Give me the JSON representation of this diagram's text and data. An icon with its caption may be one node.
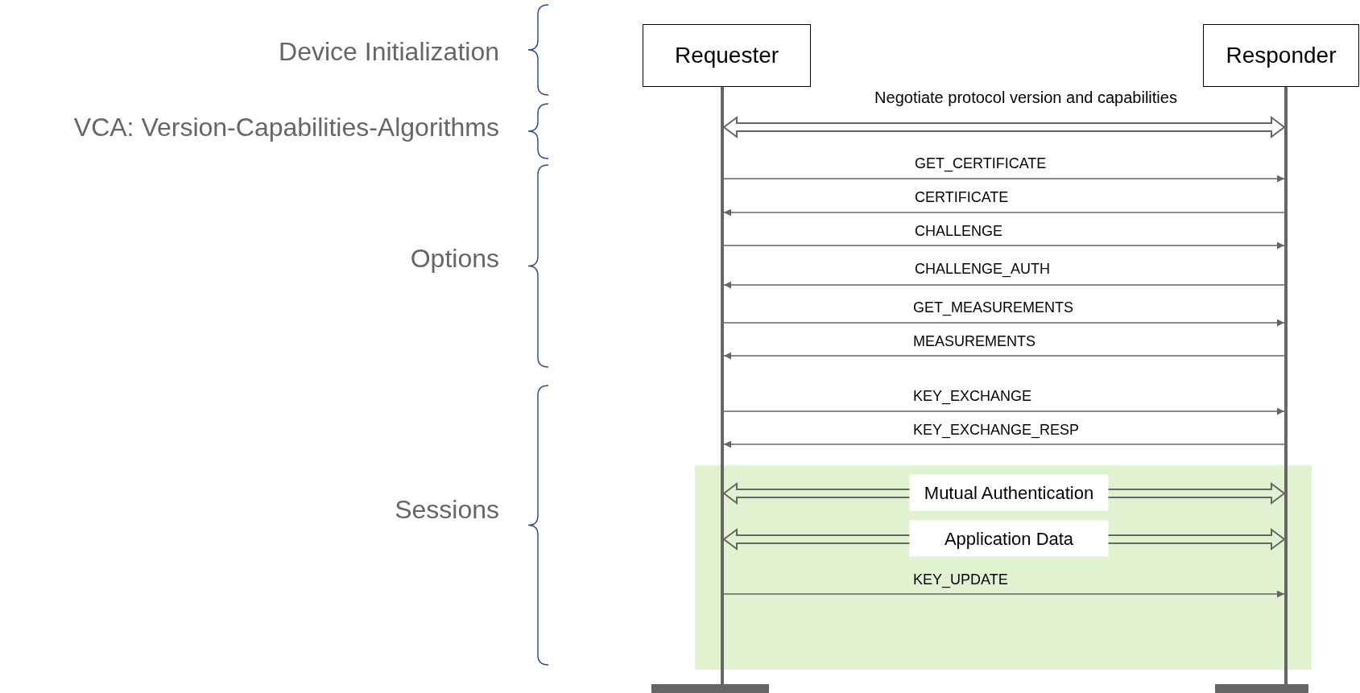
{
  "diagram": {
    "nodes": [
      {
        "text": [
          "Requester"
        ]
      },
      {
        "text": [
          "Responder"
        ]
      },
      {
        "text": [],
        "shape": "bar"
      },
      {
        "text": [],
        "shape": "bar"
      }
    ],
    "edges": [
      {
        "from": 2,
        "to": 3,
        "arrow": "both",
        "style": "thick",
        "label": "Negotiate protocol version and capabilities"
      },
      {
        "from": 2,
        "to": 3,
        "arrow": "to",
        "label": "GET_CERTIFICATE"
      },
      {
        "from": 3,
        "to": 2,
        "arrow": "to",
        "label": "CERTIFICATE"
      },
      {
        "from": 2,
        "to": 3,
        "arrow": "to",
        "label": "CHALLENGE"
      },
      {
        "from": 3,
        "to": 2,
        "arrow": "to",
        "label": "CHALLENGE_AUTH"
      },
      {
        "from": 2,
        "to": 3,
        "arrow": "to",
        "label": "GET_MEASUREMENTS"
      },
      {
        "from": 3,
        "to": 2,
        "arrow": "to",
        "label": "MEASUREMENTS"
      },
      {
        "from": 2,
        "to": 3,
        "arrow": "to",
        "label": "KEY_EXCHANGE"
      },
      {
        "from": 3,
        "to": 2,
        "arrow": "to",
        "label": "KEY_EXCHANGE_RESP"
      },
      {
        "from": 2,
        "to": 3,
        "arrow": "both",
        "style": "thick",
        "label": "Mutual Authentication"
      },
      {
        "from": 2,
        "to": 3,
        "arrow": "both",
        "style": "thick",
        "label": "Application Data"
      },
      {
        "from": 2,
        "to": 3,
        "arrow": "to",
        "label": "KEY_UPDATE"
      }
    ],
    "labels": [
      "Device Initialization",
      "VCA: Version-Capabilities-Algorithms",
      "Options",
      "Sessions"
    ]
  }
}
